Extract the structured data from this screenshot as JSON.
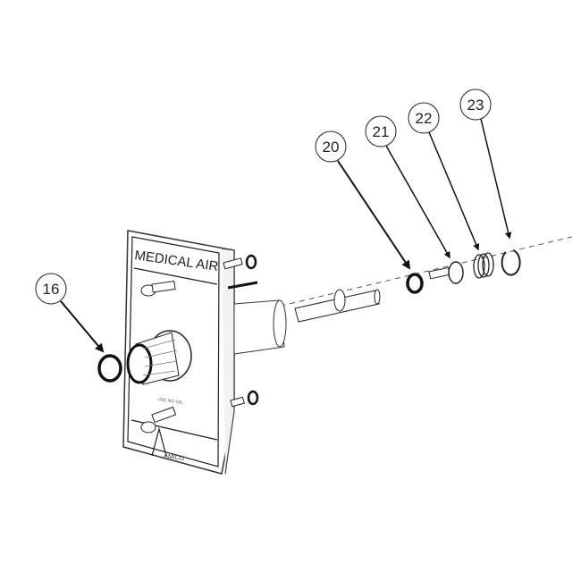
{
  "diagram": {
    "plate_label": "MEDICAL AIR",
    "plate_small_label": "USE NO OIL",
    "logo_text": "AMICO",
    "callouts": [
      {
        "id": "16",
        "label": "16"
      },
      {
        "id": "20",
        "label": "20"
      },
      {
        "id": "21",
        "label": "21"
      },
      {
        "id": "22",
        "label": "22"
      },
      {
        "id": "23",
        "label": "23"
      }
    ],
    "colors": {
      "line": "#222222",
      "background": "#ffffff"
    }
  }
}
